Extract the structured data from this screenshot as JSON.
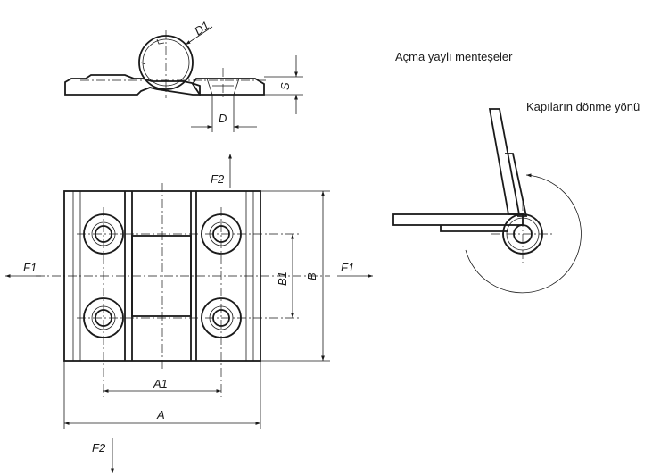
{
  "captions": {
    "title": "Açma yaylı menteşeler",
    "rotation_note": "Kapıların dönme yönü"
  },
  "dimensions": {
    "D1": "D1",
    "S": "S",
    "D": "D",
    "B1": "B1",
    "B": "B",
    "A1": "A1",
    "A": "A"
  },
  "forces": {
    "F2_top": "F2",
    "F2_bottom": "F2",
    "F1_left": "F1",
    "F1_right": "F1"
  },
  "colors": {
    "line": "#1a1a1a",
    "background": "#ffffff"
  }
}
